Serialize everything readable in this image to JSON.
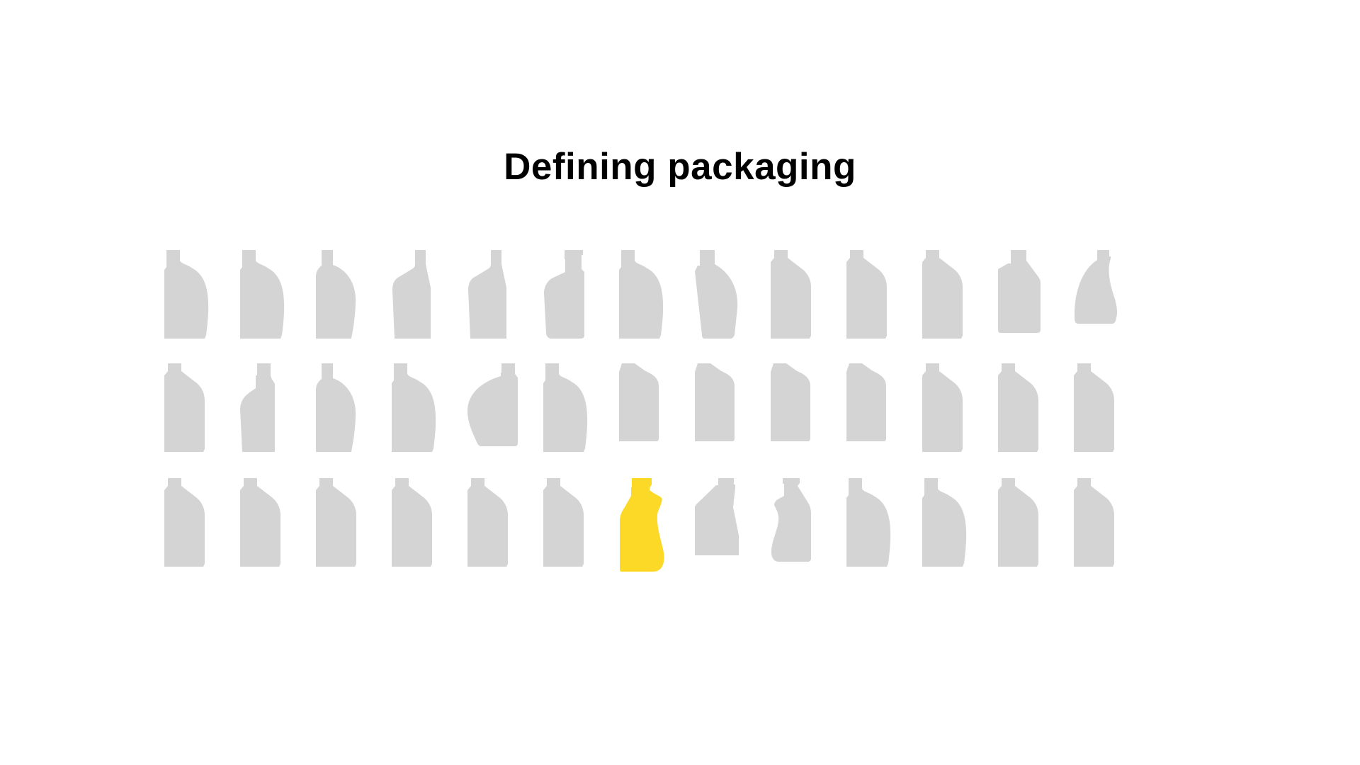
{
  "title": "Defining packaging",
  "colors": {
    "default": "#d4d4d4",
    "highlight": "#fcd827",
    "background": "#ffffff"
  },
  "rows": [
    [
      "cap-jug",
      "cap-jug",
      "cap-jug-narrow",
      "slant-shoulder",
      "slant-shoulder",
      "rounded-flask",
      "cap-jug",
      "tapered-jug",
      "boxy-shoulder",
      "boxy-shoulder",
      "boxy-shoulder",
      "wide-bottle",
      "teardrop-bottle"
    ],
    [
      "boxy-shoulder",
      "flask-left",
      "cap-jug-narrow",
      "cap-jug",
      "round-left",
      "cap-jug",
      "lid-box",
      "lid-box",
      "lid-box",
      "lid-box",
      "boxy-shoulder",
      "boxy-shoulder",
      "boxy-shoulder"
    ],
    [
      "boxy-shoulder",
      "boxy-shoulder",
      "boxy-shoulder",
      "boxy-shoulder",
      "boxy-shoulder",
      "boxy-shoulder",
      "curvy-bottle",
      "angled-bottle",
      "pinched-bottle",
      "cap-jug",
      "cap-jug",
      "boxy-shoulder",
      "boxy-shoulder"
    ]
  ],
  "highlighted": {
    "row": 2,
    "index": 6
  }
}
